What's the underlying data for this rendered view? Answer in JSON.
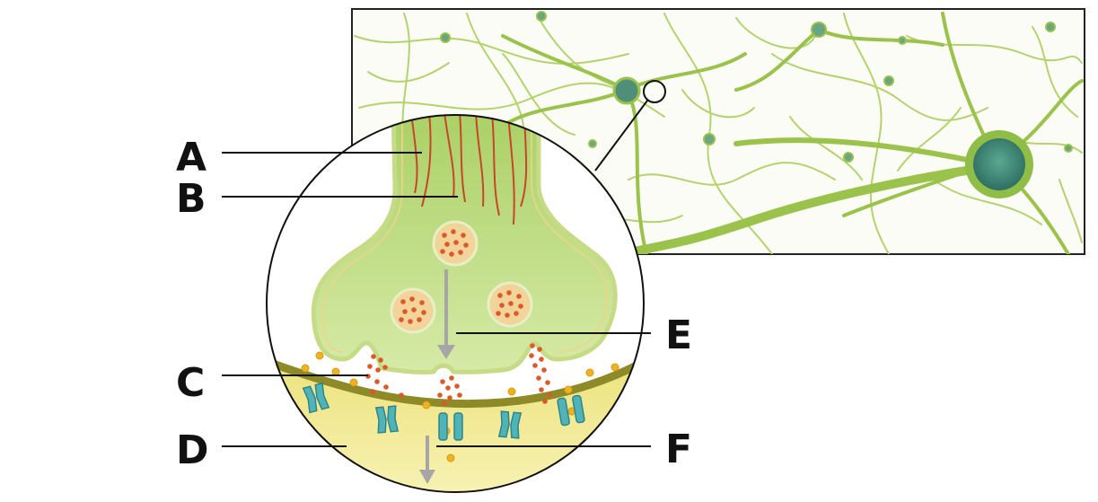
{
  "labels": {
    "a": "A",
    "b": "B",
    "c": "C",
    "d": "D",
    "e": "E",
    "f": "F"
  },
  "colors": {
    "neuron_green": "#9bc24a",
    "cytoplasm_light": "#cfe59a",
    "cell_body_teal": "#3f8a78",
    "vesicle_fill": "#f2d49a",
    "neurotransmitter_red": "#dc5a2a",
    "ion_yellow": "#f0b21e",
    "receptor_teal": "#4fb3b8",
    "postsynaptic_yellow": "#f3eb90",
    "membrane_olive": "#8e8a28",
    "arrow_grey": "#a6a6a6"
  }
}
